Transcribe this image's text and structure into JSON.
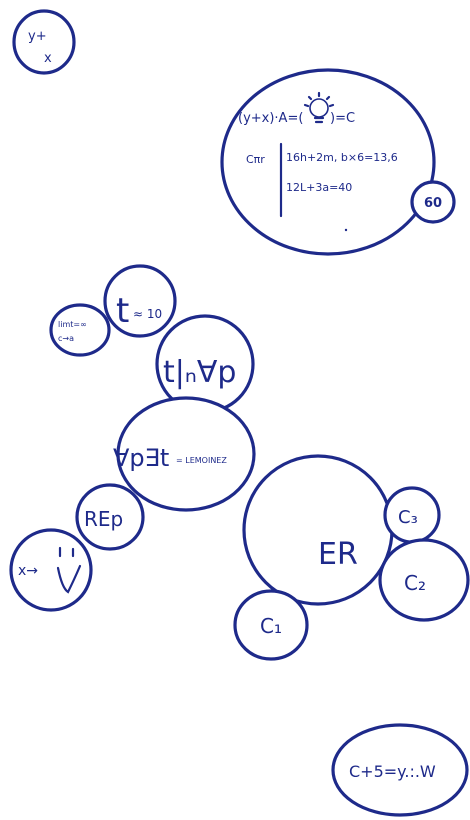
{
  "ink_color": "#1e2a8a",
  "background": "#ffffff",
  "bubbles": {
    "top_left": {
      "line1": "y+",
      "line2": "x"
    },
    "equation": {
      "line1": "(y+x)·A=(",
      "line1_icon": "lightbulb-icon",
      "line1_end": ")=C",
      "prefix": "Cπr",
      "line2": "16h+2m, b×6=13,6",
      "line3": "12L+3a=40"
    },
    "sixty": "60",
    "t_n_10": {
      "t": "t",
      "rest": "≈ 10"
    },
    "limit": {
      "line1": "limt=∞",
      "line2": "c→a"
    },
    "t_vp": "t|ₙ∀p",
    "vp_t": {
      "main": "∀p∃t",
      "suffix": "= LEMOINEZ"
    },
    "rep": "REp",
    "face": {
      "label": "x→"
    },
    "er": "ER",
    "c3": "C₃",
    "c2": "C₂",
    "c1": "C₁",
    "bottom_right": "C+5=y.:.W"
  }
}
